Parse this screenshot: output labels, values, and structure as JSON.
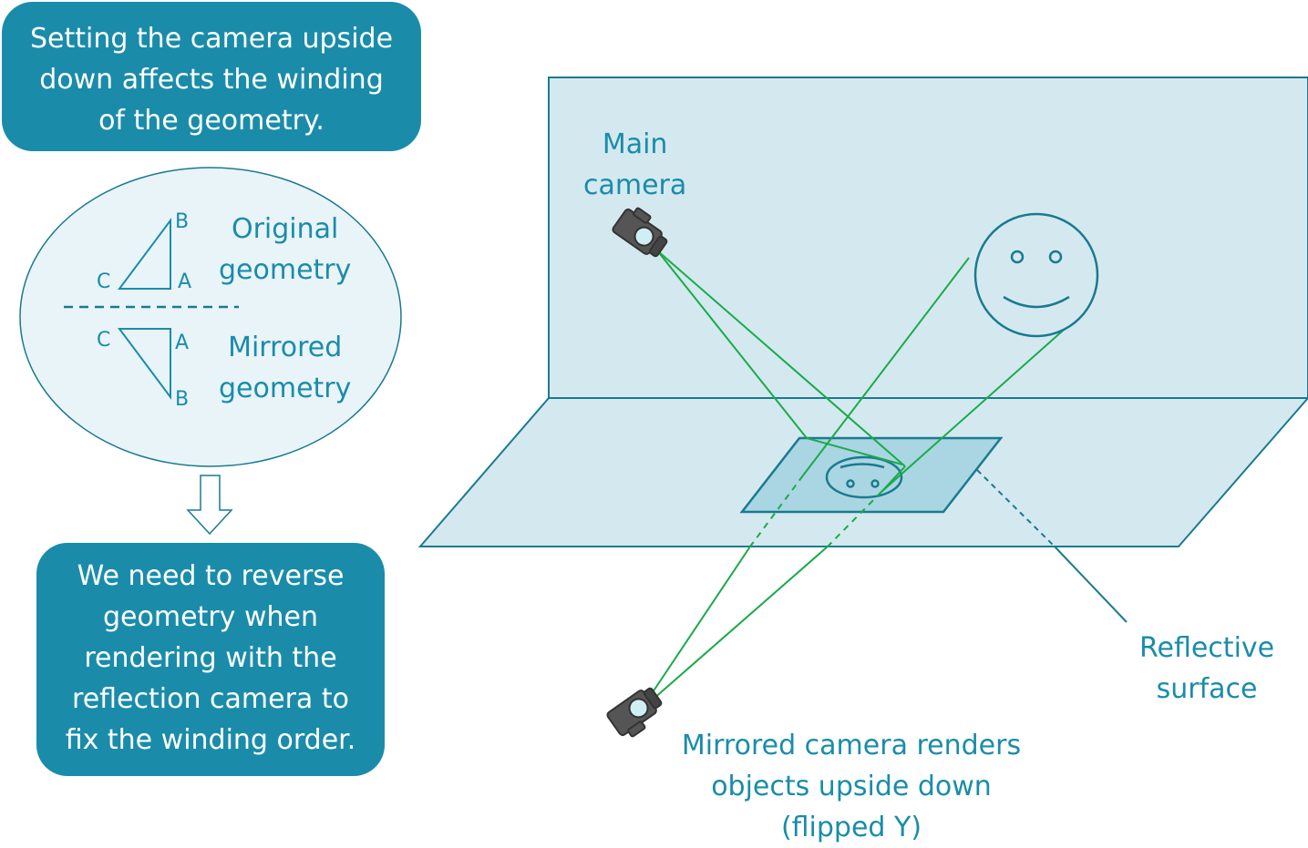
{
  "top_callout": {
    "lines": [
      "Setting the camera upside",
      "down  affects the winding",
      "of the geometry."
    ]
  },
  "bottom_callout": {
    "lines": [
      "We need to reverse",
      "geometry when",
      "rendering with the",
      "reflection camera to",
      "fix the winding order."
    ]
  },
  "winding_diagram": {
    "original": {
      "label_lines": [
        "Original",
        "geometry"
      ],
      "vertices": {
        "a": "A",
        "b": "B",
        "c": "C"
      }
    },
    "mirrored": {
      "label_lines": [
        "Mirrored",
        "geometry"
      ],
      "vertices": {
        "a": "A",
        "b": "B",
        "c": "C"
      }
    }
  },
  "scene": {
    "main_camera_label_lines": [
      "Main",
      "camera"
    ],
    "reflective_surface_label_lines": [
      "Reflective",
      "surface"
    ],
    "mirrored_camera_label_lines": [
      "Mirrored camera renders",
      "objects upside down",
      "(flipped Y)"
    ]
  },
  "colors": {
    "accent": "#1a8caa",
    "panel_fill": "#d4e9ef",
    "panel_stroke": "#1a7a90",
    "mirror_fill": "#a9d6e2",
    "ray": "#1aaa4a",
    "ellipse_fill": "#e9f4f8",
    "camera_body": "#555555"
  }
}
